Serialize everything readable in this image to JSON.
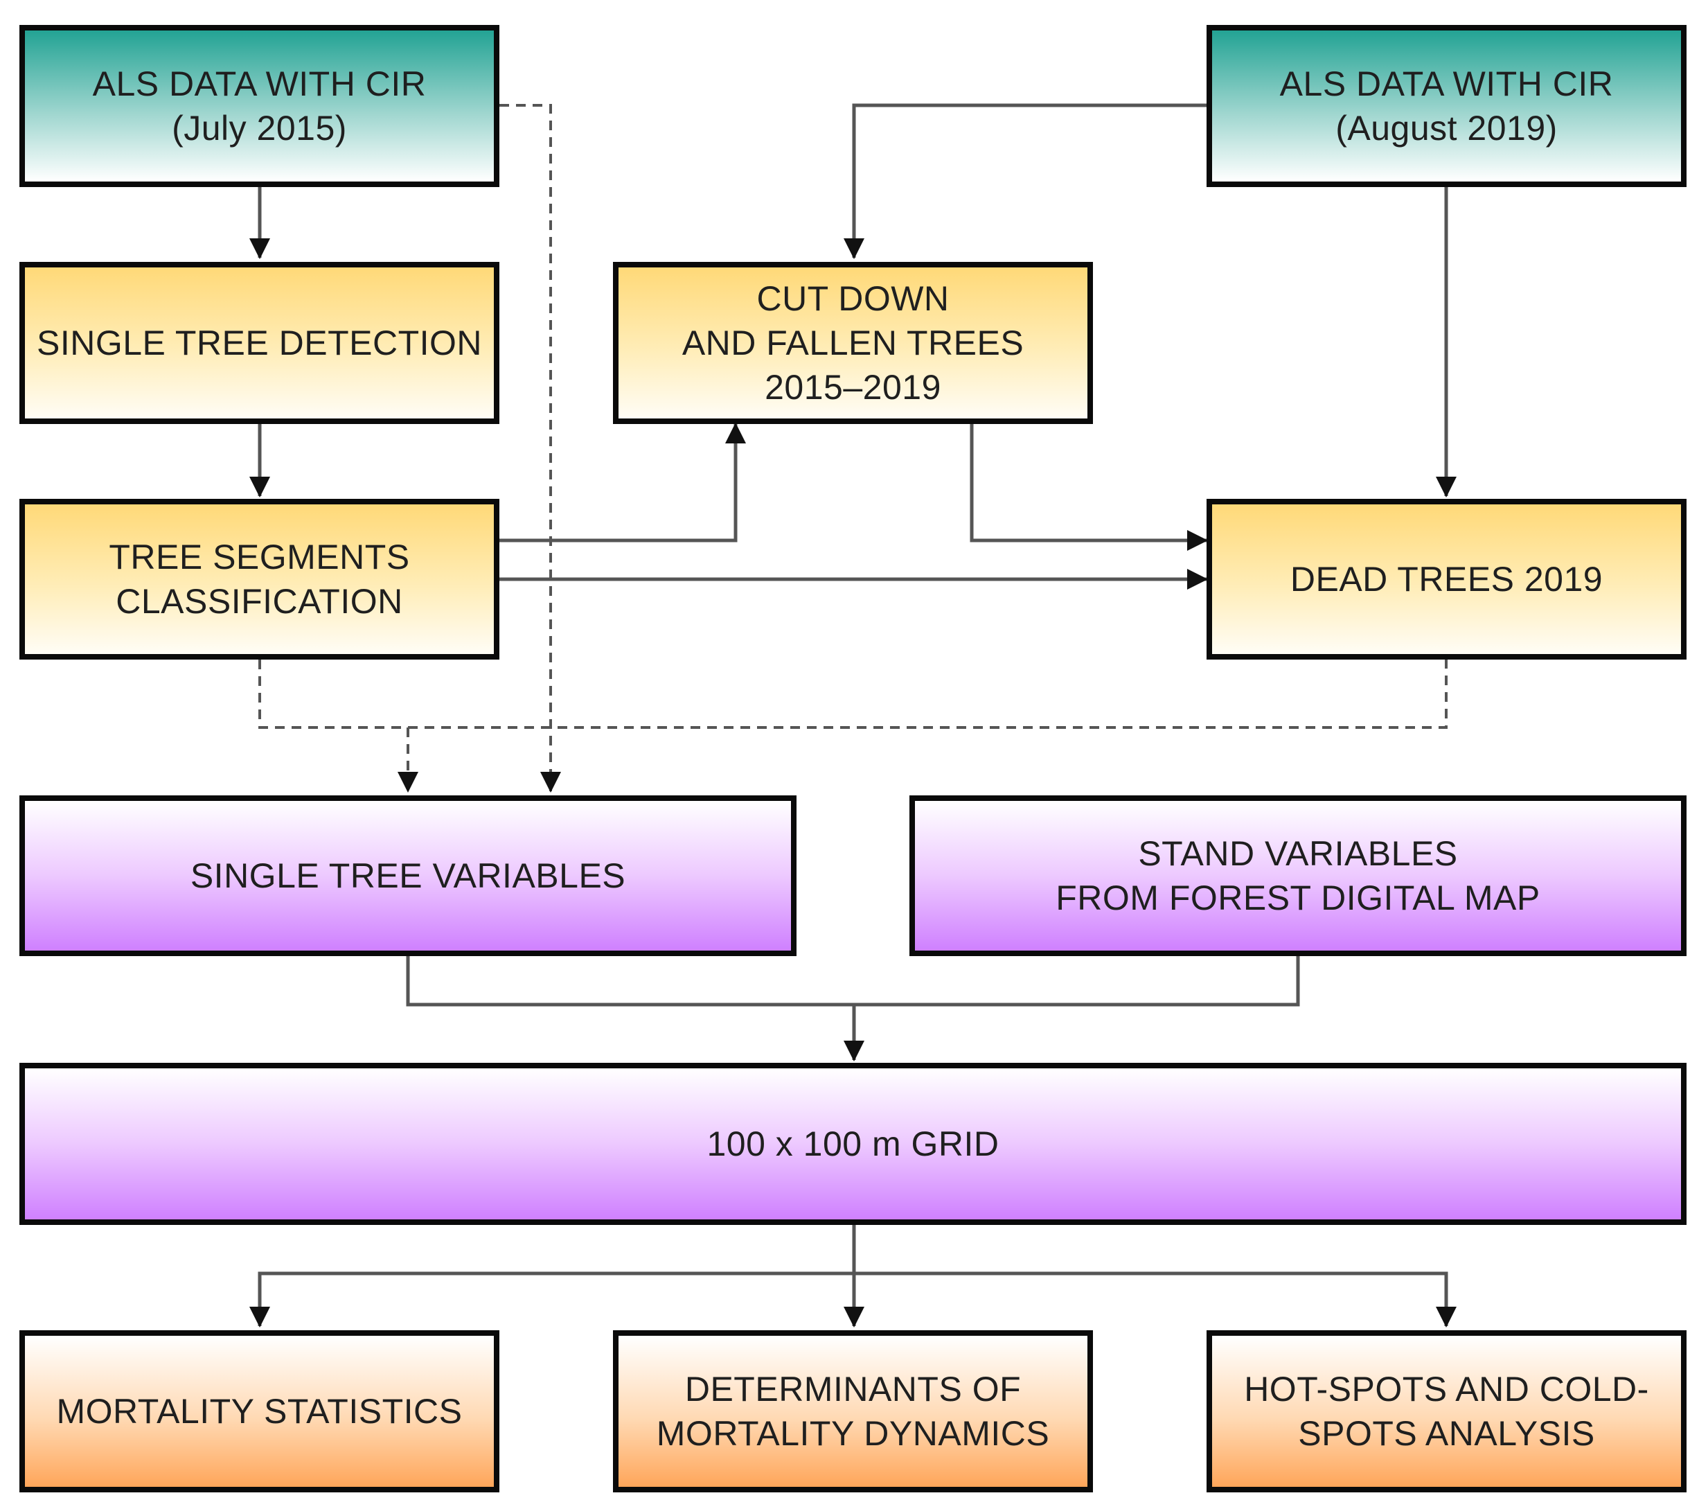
{
  "nodes": {
    "als_2015": {
      "lines": [
        "ALS DATA WITH CIR",
        "(July 2015)"
      ]
    },
    "als_2019": {
      "lines": [
        "ALS DATA WITH CIR",
        "(August 2019)"
      ]
    },
    "single_tree_detection": {
      "lines": [
        "SINGLE TREE DETECTION"
      ]
    },
    "cut_down": {
      "lines": [
        "CUT DOWN",
        "AND FALLEN TREES",
        "2015–2019"
      ]
    },
    "tree_segments": {
      "lines": [
        "TREE SEGMENTS",
        "CLASSIFICATION"
      ]
    },
    "dead_trees": {
      "lines": [
        "DEAD TREES 2019"
      ]
    },
    "single_tree_vars": {
      "lines": [
        "SINGLE TREE VARIABLES"
      ]
    },
    "stand_vars": {
      "lines": [
        "STAND VARIABLES",
        "FROM FOREST DIGITAL MAP"
      ]
    },
    "grid": {
      "lines": [
        "100 x 100 m GRID"
      ]
    },
    "mortality_stats": {
      "lines": [
        "MORTALITY STATISTICS"
      ]
    },
    "determinants": {
      "lines": [
        "DETERMINANTS OF",
        "MORTALITY DYNAMICS"
      ]
    },
    "hotspots": {
      "lines": [
        "HOT-SPOTS AND COLD-",
        "SPOTS ANALYSIS"
      ]
    }
  },
  "colors": {
    "teal": "#23a394",
    "yellow": "#ffd978",
    "purple": "#cf80ff",
    "orange": "#ffa65a",
    "solid_edge": "#555555",
    "dashed_edge": "#555555",
    "border": "#0a0a0a"
  },
  "edges": [
    {
      "from": "als_2015",
      "to": "single_tree_detection",
      "style": "solid"
    },
    {
      "from": "single_tree_detection",
      "to": "tree_segments",
      "style": "solid"
    },
    {
      "from": "als_2019",
      "to": "cut_down",
      "style": "solid"
    },
    {
      "from": "als_2019",
      "to": "dead_trees",
      "style": "solid"
    },
    {
      "from": "tree_segments",
      "to": "cut_down",
      "style": "solid"
    },
    {
      "from": "tree_segments",
      "to": "dead_trees",
      "style": "solid"
    },
    {
      "from": "cut_down",
      "to": "dead_trees",
      "style": "solid"
    },
    {
      "from": "als_2015",
      "to": "single_tree_vars",
      "style": "dashed"
    },
    {
      "from": "tree_segments",
      "to": "single_tree_vars",
      "style": "dashed"
    },
    {
      "from": "dead_trees",
      "to": "single_tree_vars",
      "style": "dashed"
    },
    {
      "from": "single_tree_vars",
      "to": "grid",
      "style": "solid"
    },
    {
      "from": "stand_vars",
      "to": "grid",
      "style": "solid"
    },
    {
      "from": "grid",
      "to": "mortality_stats",
      "style": "solid"
    },
    {
      "from": "grid",
      "to": "determinants",
      "style": "solid"
    },
    {
      "from": "grid",
      "to": "hotspots",
      "style": "solid"
    }
  ]
}
